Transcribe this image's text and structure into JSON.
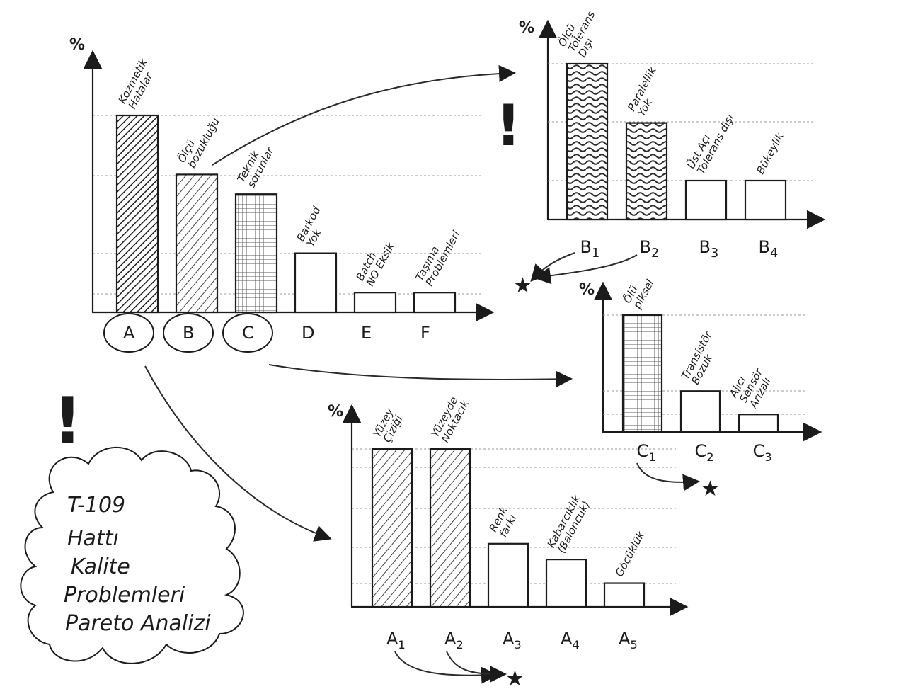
{
  "colors": {
    "ink": "#1b1b1b",
    "paper": "#ffffff",
    "grid": "#9a9a9a"
  },
  "chart_data": [
    {
      "id": "main",
      "type": "bar",
      "ylabel": "%",
      "ylim": [
        0,
        100
      ],
      "categories": [
        "A",
        "B",
        "C",
        "D",
        "E",
        "F"
      ],
      "bar_labels": [
        [
          "Kozmetik",
          "Hatalar"
        ],
        [
          "Ölçü",
          "bozukluğu"
        ],
        [
          "Teknik",
          "sorunlar"
        ],
        [
          "Barkod",
          "Yok"
        ],
        [
          "Batch",
          "NO Eksik"
        ],
        [
          "Taşıma",
          "Problemleri"
        ]
      ],
      "values": [
        100,
        70,
        60,
        30,
        10,
        10
      ],
      "circled": [
        "A",
        "B",
        "C"
      ],
      "grid": true
    },
    {
      "id": "B",
      "type": "bar",
      "ylabel": "%",
      "ylim": [
        0,
        100
      ],
      "categories": [
        "B1",
        "B2",
        "B3",
        "B4"
      ],
      "bar_labels": [
        [
          "Ölçü",
          "Tolerans",
          "Dışı"
        ],
        [
          "Paralellik",
          "Yok"
        ],
        [
          "Üst Açı",
          "Tolerans dışı"
        ],
        [
          "Bükeylik"
        ]
      ],
      "values": [
        100,
        62,
        25,
        25
      ],
      "grid": true
    },
    {
      "id": "C",
      "type": "bar",
      "ylabel": "%",
      "ylim": [
        0,
        100
      ],
      "categories": [
        "C1",
        "C2",
        "C3"
      ],
      "bar_labels": [
        [
          "Ölü",
          "piksel"
        ],
        [
          "Transistör",
          "Bozuk"
        ],
        [
          "Alıcı",
          "Sensör",
          "Arızalı"
        ]
      ],
      "values": [
        100,
        35,
        15
      ],
      "grid": true
    },
    {
      "id": "A",
      "type": "bar",
      "ylabel": "%",
      "ylim": [
        0,
        100
      ],
      "categories": [
        "A1",
        "A2",
        "A3",
        "A4",
        "A5"
      ],
      "bar_labels": [
        [
          "Yüzey",
          "Çiziği"
        ],
        [
          "Yüzeyde",
          "Noktacık"
        ],
        [
          "Renk",
          "farkı"
        ],
        [
          "Kabarcıklık",
          "(Baloncuk)"
        ],
        [
          "Göçüklük"
        ]
      ],
      "values": [
        100,
        100,
        40,
        30,
        15
      ],
      "grid": true
    }
  ],
  "notes": {
    "warning_mark": "!",
    "priority_mark": "★",
    "cloud_title": [
      "T-109",
      "Hattı",
      "Kalite",
      "Problemleri",
      "Pareto Analizi"
    ]
  }
}
